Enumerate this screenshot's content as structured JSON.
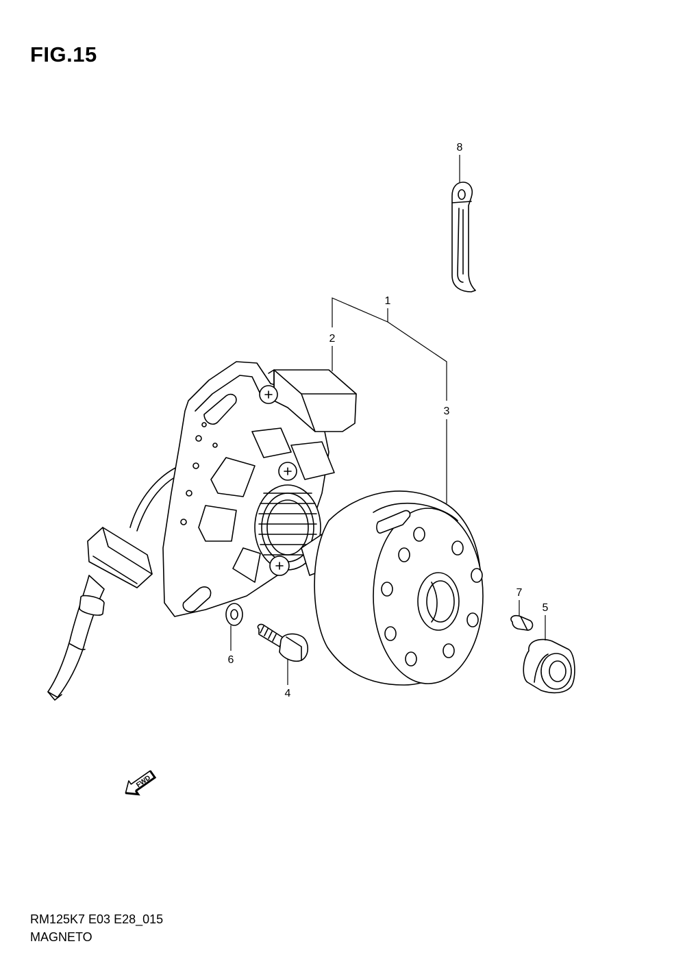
{
  "header": {
    "figure_label": "FIG.15"
  },
  "footer": {
    "model_code": "RM125K7 E03 E28_015",
    "section_name": "MAGNETO"
  },
  "callouts": [
    {
      "number": "1",
      "part": "magneto-assembly"
    },
    {
      "number": "2",
      "part": "stator"
    },
    {
      "number": "3",
      "part": "rotor"
    },
    {
      "number": "4",
      "part": "bolt"
    },
    {
      "number": "5",
      "part": "nut"
    },
    {
      "number": "6",
      "part": "washer"
    },
    {
      "number": "7",
      "part": "key"
    },
    {
      "number": "8",
      "part": "rotor-holder-tool"
    }
  ],
  "direction_marker": {
    "label": "FWD",
    "icon": "fwd-arrow-icon"
  }
}
